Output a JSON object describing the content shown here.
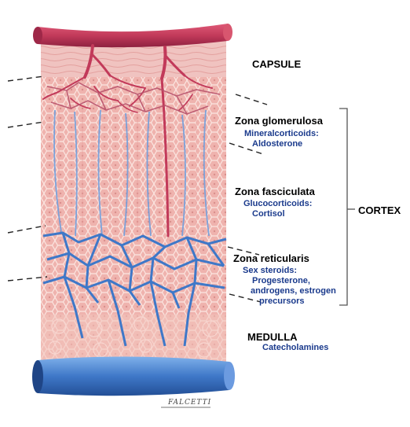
{
  "labels": {
    "capsule": "CAPSULE",
    "zona_glomerulosa": "Zona glomerulosa",
    "glomerulosa_hormone_1": "Mineralcorticoids:",
    "glomerulosa_hormone_2": "Aldosterone",
    "zona_fasciculata": "Zona fasciculata",
    "fasciculata_hormone_1": "Glucocorticoids:",
    "fasciculata_hormone_2": "Cortisol",
    "zona_reticularis": "Zona reticularis",
    "reticularis_hormone_1": "Sex steroids:",
    "reticularis_hormone_2": "Progesterone,",
    "reticularis_hormone_3": "androgens, estrogen",
    "reticularis_hormone_4": "precursors",
    "cortex": "CORTEX",
    "medulla": "MEDULLA",
    "medulla_hormone": "Catecholamines",
    "artist_signature": "FALCETTI"
  },
  "colors": {
    "label_text": "#000000",
    "hormone_text": "#1a3a8c",
    "artery": "#c23a5a",
    "vein": "#3f78c8",
    "tissue": "#efb3ae",
    "cell_border": "#fbe6e1"
  }
}
